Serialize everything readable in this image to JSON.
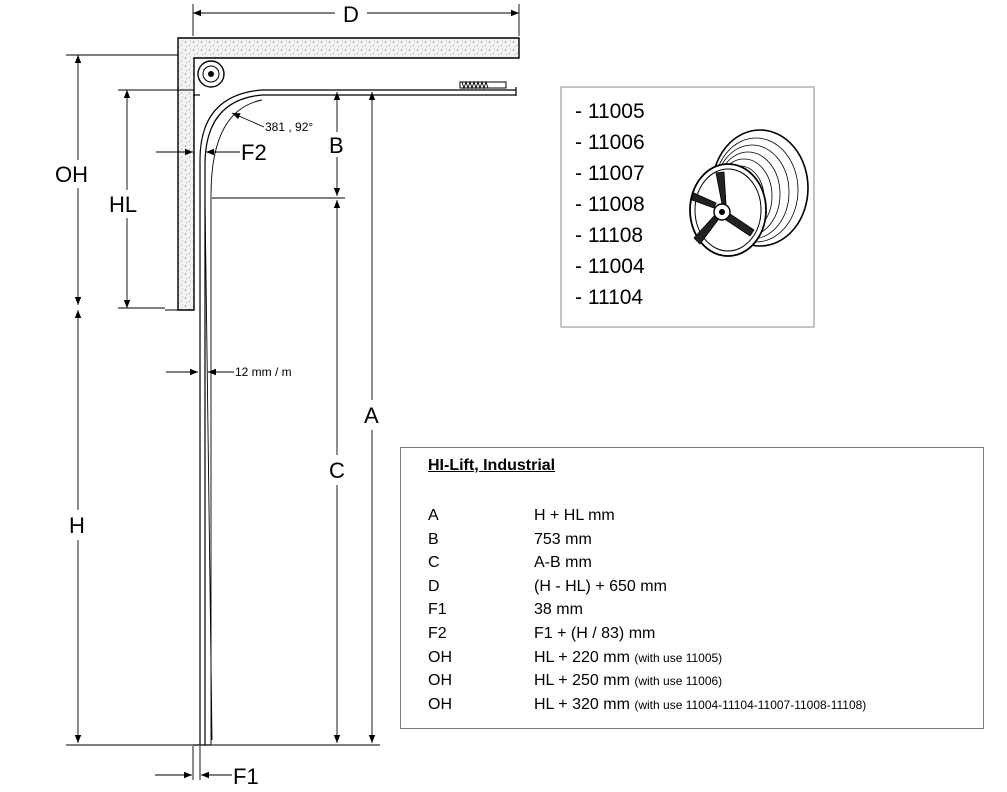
{
  "labels": {
    "D": "D",
    "OH": "OH",
    "HL": "HL",
    "F2": "F2",
    "B": "B",
    "radius": "381 , 92°",
    "slope": "12 mm / m",
    "A": "A",
    "C": "C",
    "H": "H",
    "F1": "F1"
  },
  "parts": [
    "- 11005",
    "- 11006",
    "- 11007",
    "- 11008",
    "- 11108",
    "- 11004",
    "- 11104"
  ],
  "spec_table": {
    "title": "HI-Lift, Industrial",
    "rows": [
      {
        "key": "A",
        "value": "H + HL mm",
        "note": ""
      },
      {
        "key": "B",
        "value": "753 mm",
        "note": ""
      },
      {
        "key": "C",
        "value": "A-B mm",
        "note": ""
      },
      {
        "key": "D",
        "value": "(H - HL) + 650 mm",
        "note": ""
      },
      {
        "key": "F1",
        "value": "38 mm",
        "note": ""
      },
      {
        "key": "F2",
        "value": "F1 + (H / 83) mm",
        "note": ""
      },
      {
        "key": "OH",
        "value": "HL + 220 mm",
        "note": "(with use 11005)"
      },
      {
        "key": "OH",
        "value": "HL + 250 mm",
        "note": "(with use 11006)"
      },
      {
        "key": "OH",
        "value": "HL + 320 mm",
        "note": "(with use 11004-11104-11007-11008-11108)"
      }
    ]
  }
}
